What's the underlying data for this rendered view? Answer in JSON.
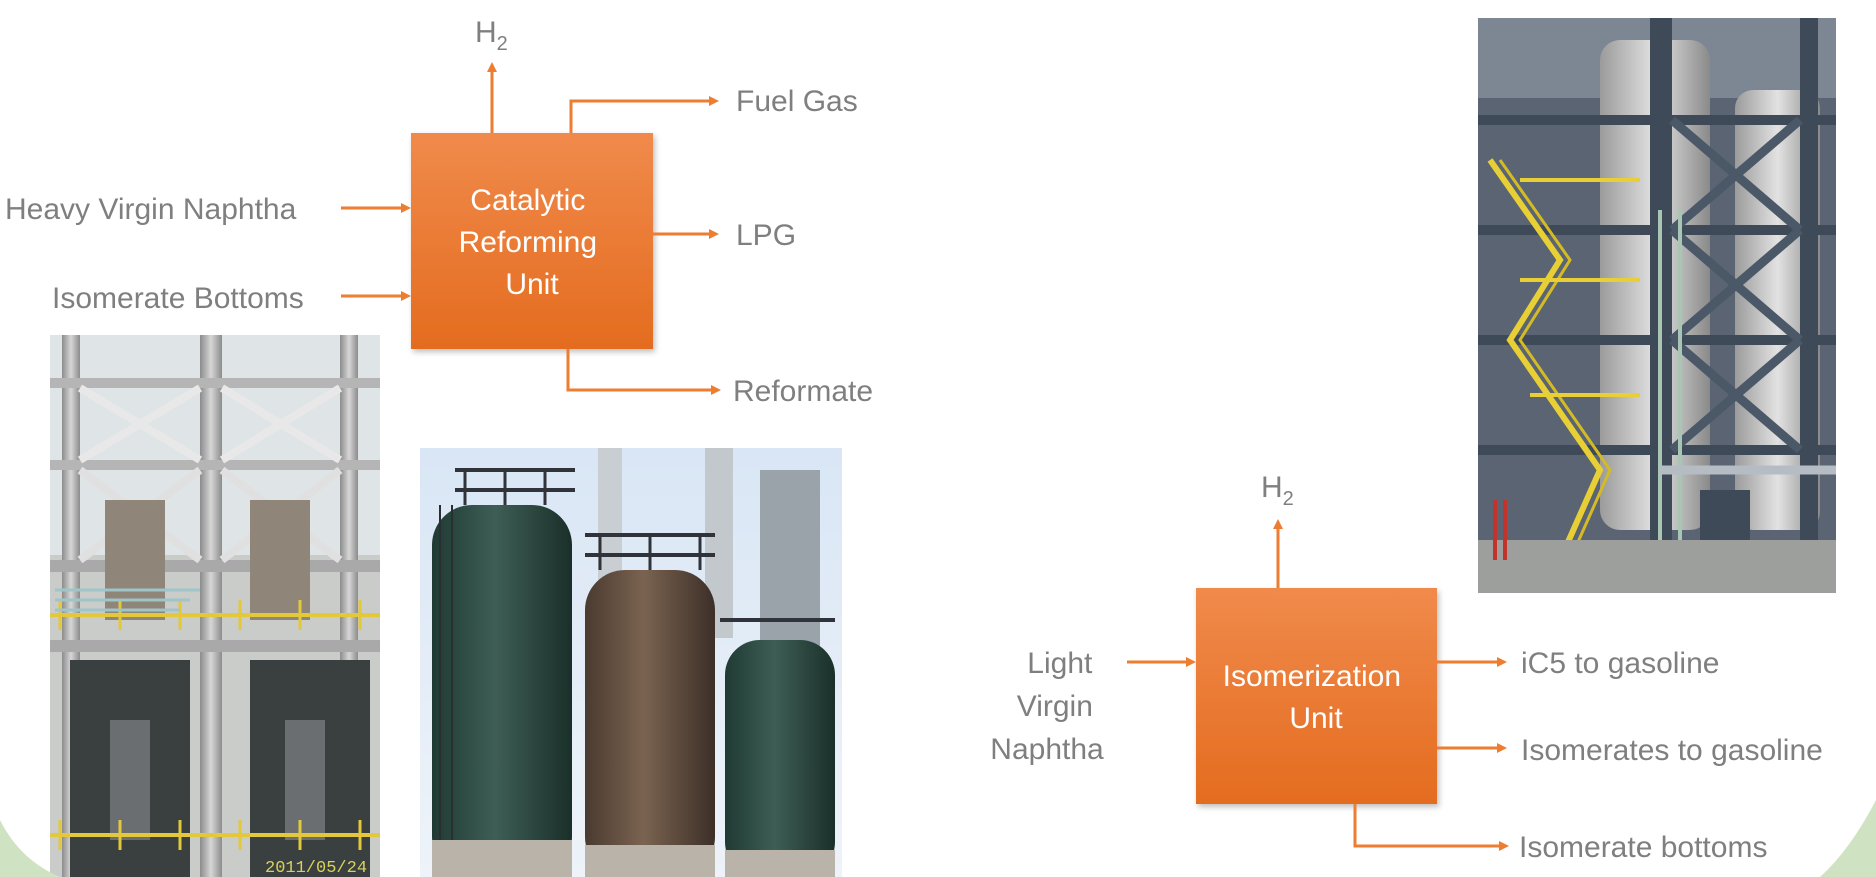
{
  "colors": {
    "process_box_top": "#f08a4b",
    "process_box_bottom": "#e46c1f",
    "arrow": "#ed7d31",
    "label_text": "#7f7f7f",
    "box_text": "#ffffff",
    "corner_accent": "#cfe3c2"
  },
  "reformer": {
    "title_lines": [
      "Catalytic",
      "Reforming",
      "Unit"
    ],
    "feeds": [
      "Heavy Virgin Naphtha",
      "Isomerate Bottoms"
    ],
    "h2": {
      "base": "H",
      "sub": "2"
    },
    "products": [
      "Fuel Gas",
      "LPG",
      "Reformate"
    ]
  },
  "isomerization": {
    "title_lines": [
      "Isomerization",
      "Unit"
    ],
    "feed_lines": [
      "Light",
      "Virgin",
      "Naphtha"
    ],
    "h2": {
      "base": "H",
      "sub": "2"
    },
    "products": [
      "iC5 to gasoline",
      "Isomerates to gasoline",
      "Isomerate bottoms"
    ]
  },
  "photos": {
    "photo_1_date_stamp": "2011/05/24"
  },
  "icons": [
    "refinery-structure-photo",
    "storage-tanks-photo",
    "reactor-columns-photo"
  ]
}
